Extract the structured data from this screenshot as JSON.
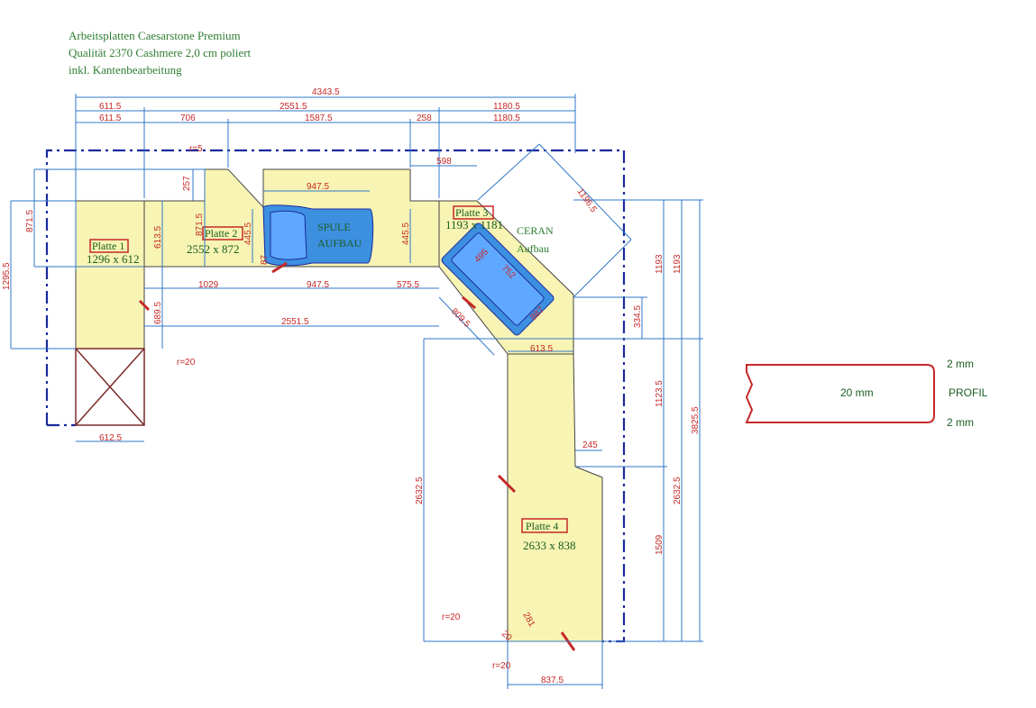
{
  "header": {
    "line1": "Arbeitsplatten Caesarstone Premium",
    "line2": "Qualität 2370 Cashmere 2,0 cm poliert",
    "line3": "inkl. Kantenbearbeitung"
  },
  "colors": {
    "slab_fill": "#f7f4b4",
    "sink_fill": "#3d8fe0",
    "dimension": "#c62828",
    "dim_line": "#2f77c8",
    "wall": "#1a2a9e",
    "label_text": "#1b5e20"
  },
  "plates": [
    {
      "name": "Platte 1",
      "size": "1296 x 612"
    },
    {
      "name": "Platte 2",
      "size": "2552 x 872"
    },
    {
      "name": "Platte 3",
      "size": "1193 x 1181"
    },
    {
      "name": "Platte 4",
      "size": "2633 x 838"
    }
  ],
  "cutouts": {
    "sink_line1": "SPULE",
    "sink_line2": "AUFBAU",
    "cooktop_line1": "CERAN",
    "cooktop_line2": "Aufbau"
  },
  "dimensions": {
    "total_width": "4343.5",
    "top_a1": "611.5",
    "top_a2": "2551.5",
    "top_a3": "1180.5",
    "top_b1": "611.5",
    "top_b2": "706",
    "top_b3": "1587.5",
    "top_b4": "258",
    "top_b5": "1180.5",
    "d598": "598",
    "d1196": "1196.5",
    "d947_top": "947.5",
    "d947_bottom": "947.5",
    "d1029": "1029",
    "d575": "575.5",
    "d2551_mid": "2551.5",
    "d689": "689.5",
    "d613_5": "613.5",
    "d871_left": "871.5",
    "d1295": "1295.5",
    "d257": "257",
    "d871_in": "871.5",
    "d445_left": "445.5",
    "d445_right": "445.5",
    "r5": "r=5",
    "r20_left": "r=20",
    "d612_5": "612.5",
    "d495": "495",
    "d752": "752",
    "d887": "887",
    "d809": "809.5",
    "d613_bottom": "613.5",
    "d334": "334.5",
    "d1193_a": "1193",
    "d1193_b": "1193",
    "d1123": "1123.5",
    "d3825": "3825.5",
    "d245": "245",
    "d2632_left": "2632.5",
    "d2632_right": "2632.5",
    "d1509": "1509",
    "r20_bottom1": "r=20",
    "r20_bottom2": "r=20",
    "d281": "281",
    "d837": "837.5",
    "d20": "20",
    "d87": "87"
  },
  "profile": {
    "thickness": "20 mm",
    "top_edge": "2 mm",
    "bottom_edge": "2 mm",
    "title": "PROFIL"
  }
}
